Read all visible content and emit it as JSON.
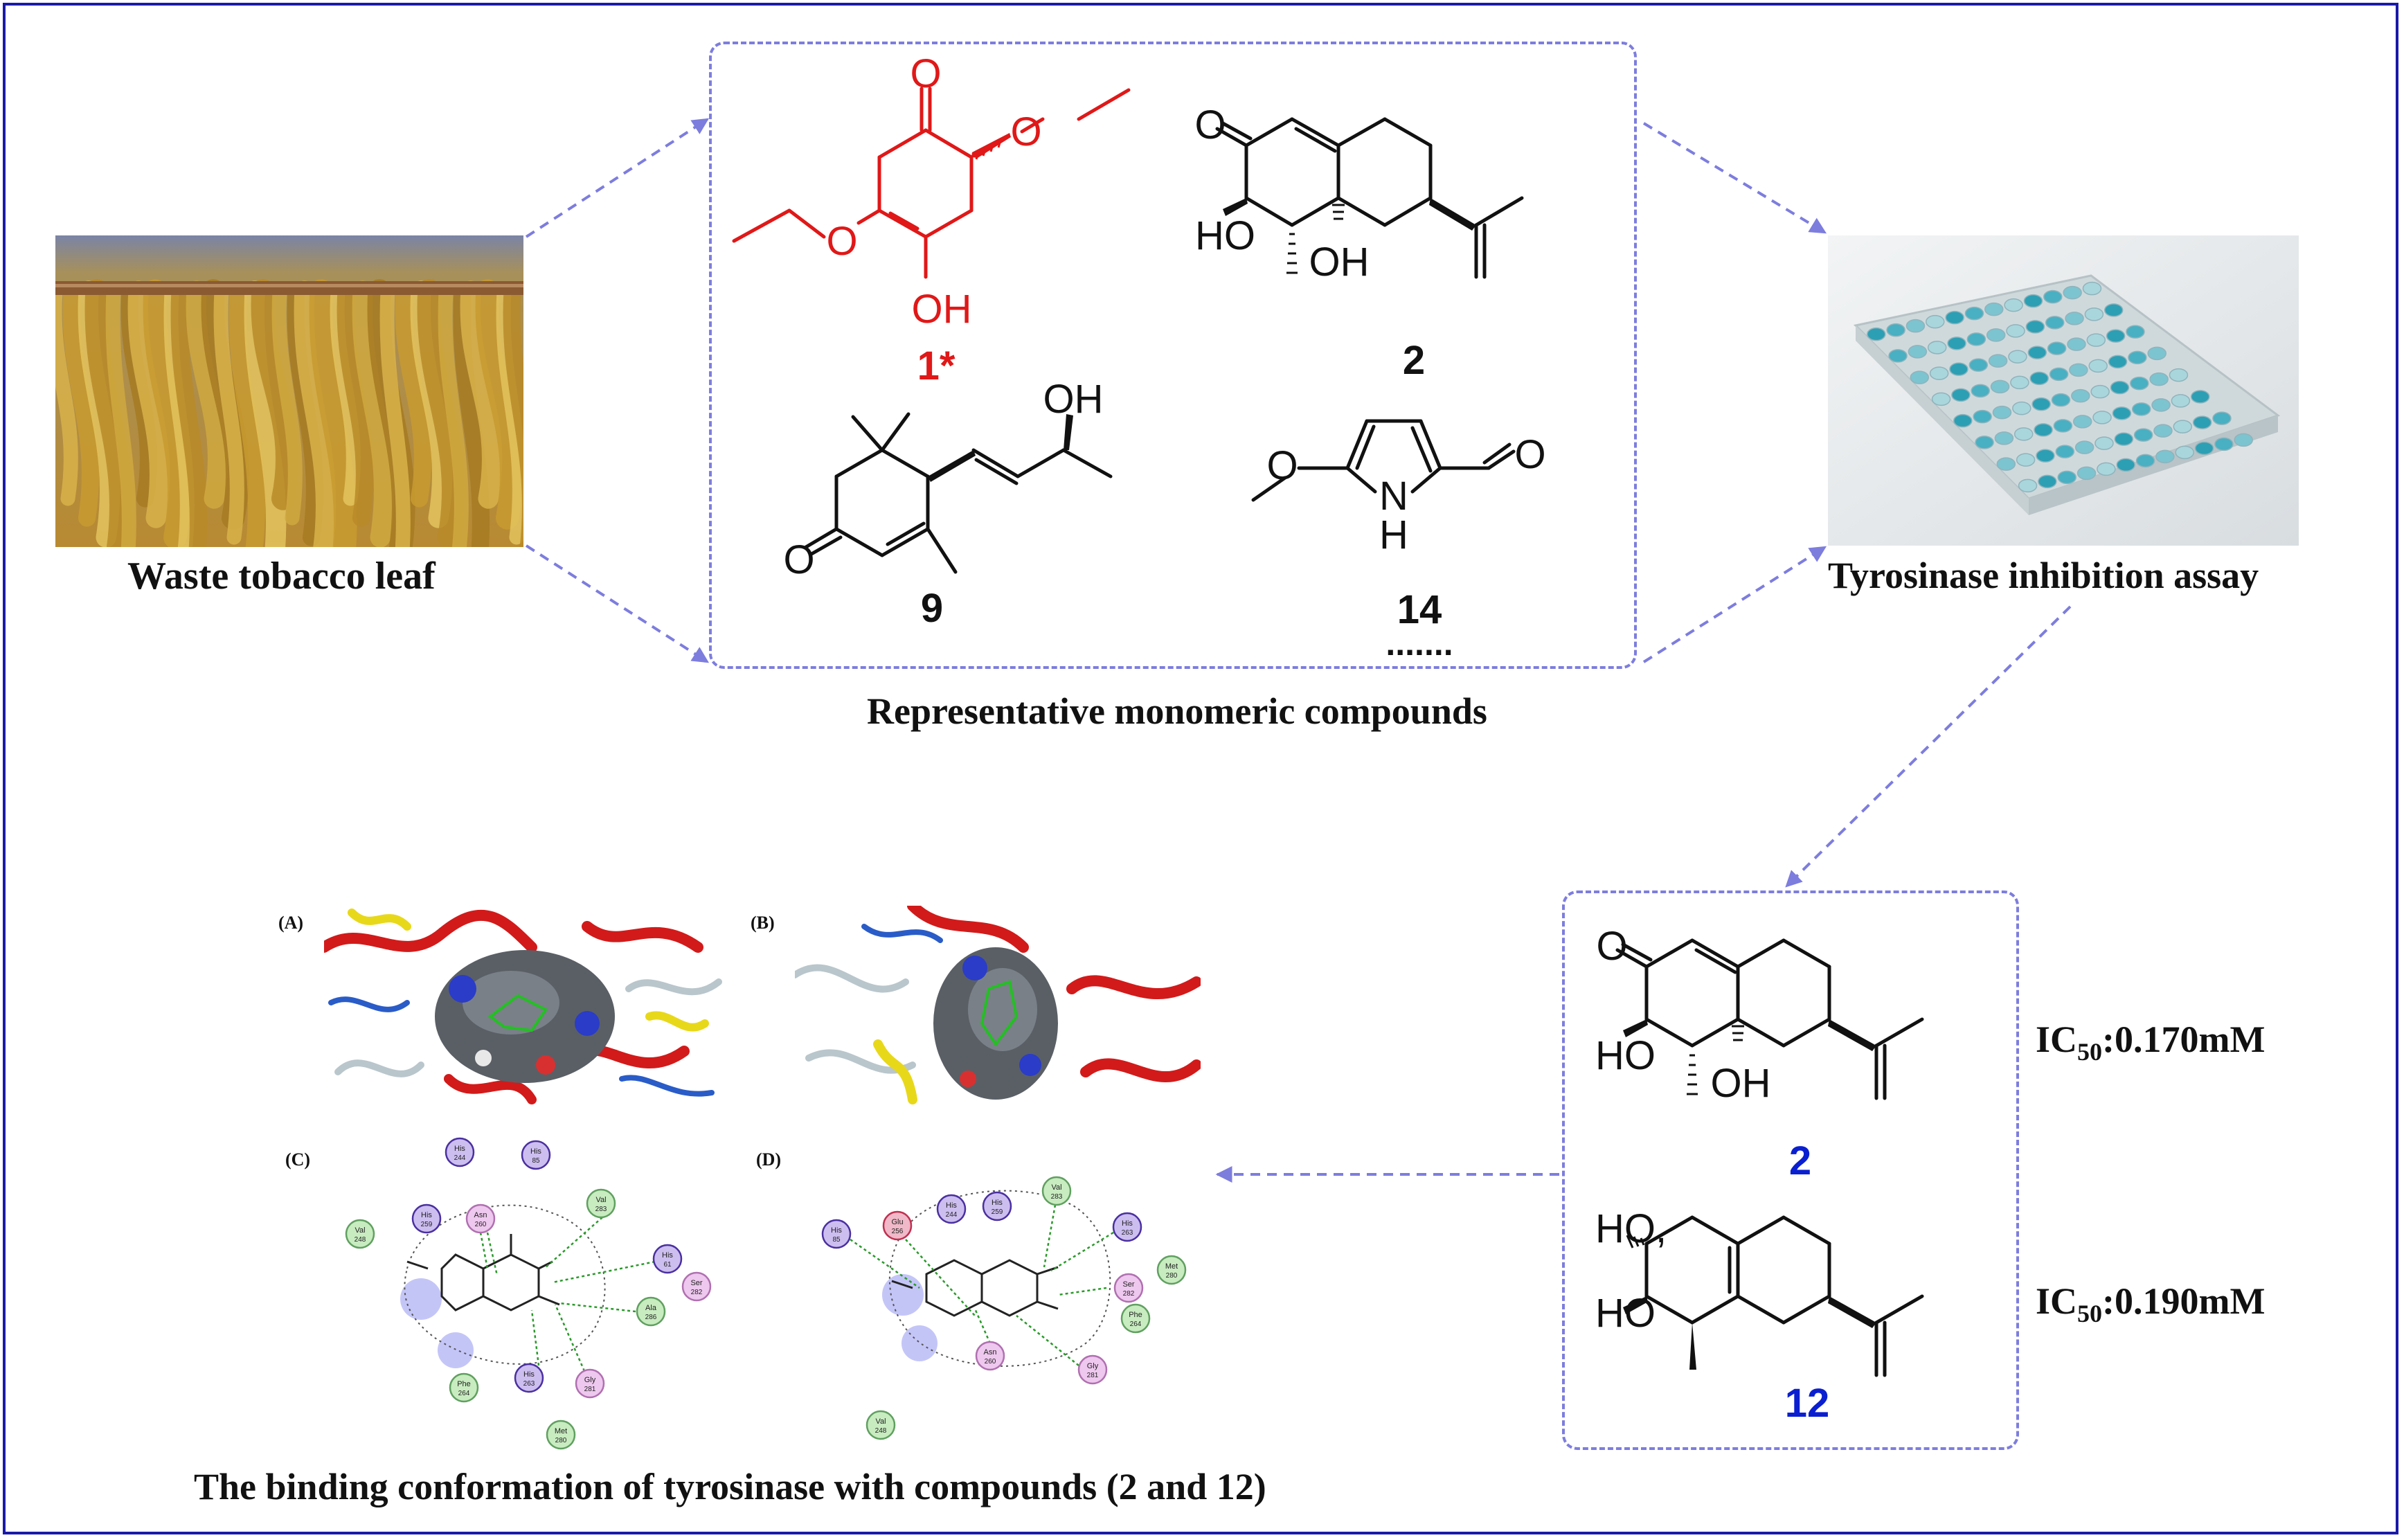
{
  "captions": {
    "leaf": "Waste tobacco leaf",
    "assay": "Tyrosinase inhibition assay",
    "representative": "Representative monomeric compounds",
    "binding": "The binding conformation of tyrosinase with compounds (2 and 12)"
  },
  "compounds": {
    "c1_label": "1*",
    "c2_label": "2",
    "c9_label": "9",
    "c14_label": "14",
    "ellipsis": ".......",
    "hit1_label": "2",
    "hit2_label": "12"
  },
  "ic50": {
    "prefix": "IC",
    "sub": "50",
    "hit1_value": ":0.170mM",
    "hit2_value": ":0.190mM"
  },
  "panels": {
    "a": "(A)",
    "b": "(B)",
    "c": "(C)",
    "d": "(D)"
  },
  "residues_c": [
    {
      "name": "His",
      "num": "244",
      "kind": "purple"
    },
    {
      "name": "His",
      "num": "85",
      "kind": "purple"
    },
    {
      "name": "His",
      "num": "259",
      "kind": "purple"
    },
    {
      "name": "Asn",
      "num": "260",
      "kind": "pink"
    },
    {
      "name": "Val",
      "num": "283",
      "kind": "green"
    },
    {
      "name": "Val",
      "num": "248",
      "kind": "green"
    },
    {
      "name": "His",
      "num": "61",
      "kind": "purple"
    },
    {
      "name": "Ser",
      "num": "282",
      "kind": "pink"
    },
    {
      "name": "Ala",
      "num": "286",
      "kind": "green"
    },
    {
      "name": "His",
      "num": "263",
      "kind": "purple"
    },
    {
      "name": "Gly",
      "num": "281",
      "kind": "pink"
    },
    {
      "name": "Phe",
      "num": "264",
      "kind": "green"
    },
    {
      "name": "Met",
      "num": "280",
      "kind": "green"
    }
  ],
  "residues_d": [
    {
      "name": "His",
      "num": "85",
      "kind": "purple"
    },
    {
      "name": "Glu",
      "num": "256",
      "kind": "red"
    },
    {
      "name": "His",
      "num": "244",
      "kind": "purple"
    },
    {
      "name": "His",
      "num": "259",
      "kind": "purple"
    },
    {
      "name": "Val",
      "num": "283",
      "kind": "green"
    },
    {
      "name": "His",
      "num": "263",
      "kind": "purple"
    },
    {
      "name": "Ser",
      "num": "282",
      "kind": "pink"
    },
    {
      "name": "Met",
      "num": "280",
      "kind": "green"
    },
    {
      "name": "Phe",
      "num": "264",
      "kind": "green"
    },
    {
      "name": "Asn",
      "num": "260",
      "kind": "pink"
    },
    {
      "name": "Gly",
      "num": "281",
      "kind": "pink"
    },
    {
      "name": "Val",
      "num": "248",
      "kind": "green"
    }
  ],
  "colors": {
    "frame": "#1a1aa8",
    "dash": "#7d7dde",
    "compound_1": "#e01818",
    "hit_label": "#0a1fd0",
    "residue_purple": "#cdbef0",
    "residue_pink": "#eec8ee",
    "residue_green": "#c8ecc0",
    "residue_red": "#f0b8c8"
  }
}
